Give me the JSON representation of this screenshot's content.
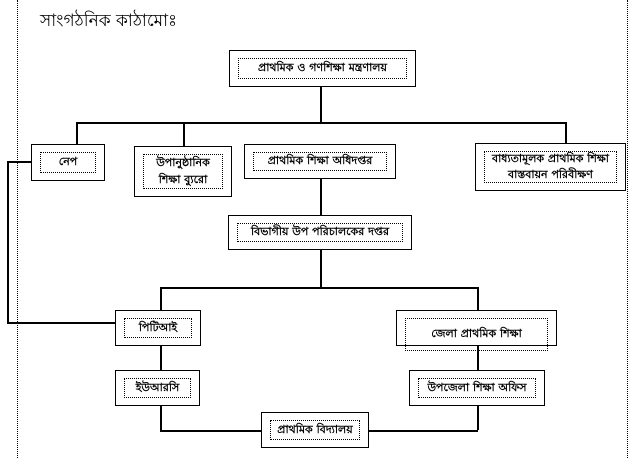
{
  "title": "সাংগঠনিক কাঠামোঃ",
  "nodes": {
    "ministry": "প্রাথমিক ও গণশিক্ষা মন্ত্রণালয়",
    "nape": "নেপ",
    "nfe_bureau": "উপানুষ্ঠানিক শিক্ষা ব্যুরো",
    "dpe": "প্রাথমিক শিক্ষা অধিদপ্তর",
    "compulsory": "বাধ্যতামূলক প্রাথমিক শিক্ষা বাস্তবায়ন পরিবীক্ষণ",
    "divisional": "বিভাগীয় উপ পরিচালকের দপ্তর",
    "pti": "পিটিআই",
    "district": "জেলা প্রাথমিক শিক্ষা",
    "urc": "ইউআরসি",
    "upazila": "উপজেলা শিক্ষা অফিস",
    "school": "প্রাথমিক বিদ্যালয়"
  }
}
